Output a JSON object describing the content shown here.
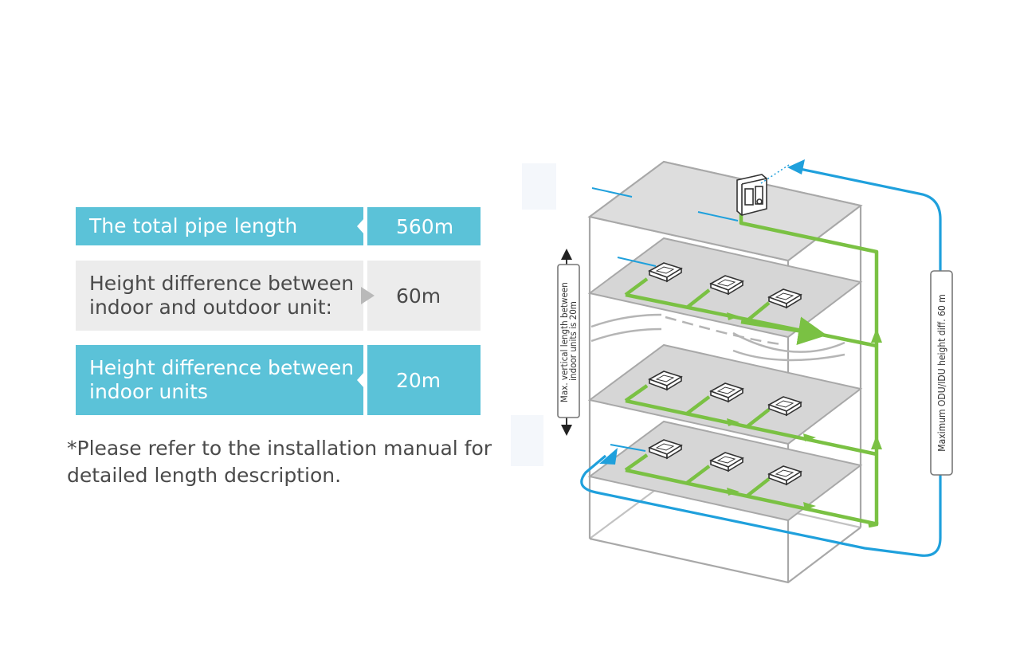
{
  "specs": [
    {
      "label_lines": [
        "The total pipe length"
      ],
      "value": "560m",
      "style": "highlight"
    },
    {
      "label_lines": [
        "Height difference between",
        "indoor and outdoor unit:"
      ],
      "value": "60m",
      "style": "plain"
    },
    {
      "label_lines": [
        "Height difference between",
        "indoor units"
      ],
      "value": "20m",
      "style": "highlight"
    }
  ],
  "note_lines": [
    "*Please refer to the installation manual for",
    "detailed length description."
  ],
  "diagram": {
    "left_label_lines": [
      "Max. vertical length between",
      "indoor units is 20m"
    ],
    "right_label": "Maximum ODU/IDU height diff. 60 m"
  },
  "colors": {
    "accent": "#5bc2d8",
    "pipe_green": "#7ac143",
    "pipe_blue": "#1fa0dc",
    "frame_gray": "#a8a8a8"
  }
}
